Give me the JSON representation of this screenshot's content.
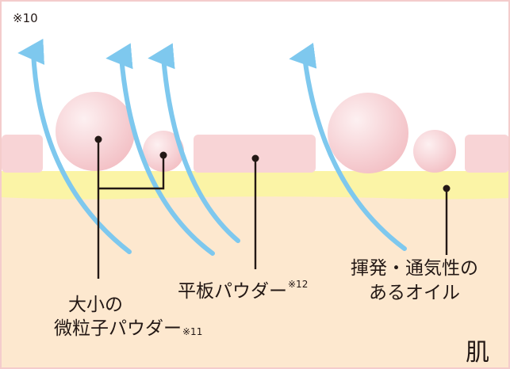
{
  "note": "※10",
  "labels": {
    "powder_line1": "大小の",
    "powder_line2": "微粒子パウダー",
    "powder_sup": "※11",
    "plate": "平板パウダー",
    "plate_sup": "※12",
    "oil_line1": "揮発・通気性の",
    "oil_line2": "あるオイル",
    "skin": "肌"
  },
  "colors": {
    "skin": "#fde8cf",
    "oil": "#fbf4a6",
    "plate": "#f8d4d6",
    "sphere_light": "#fdf0f1",
    "sphere_dark": "#f3c1c6",
    "arrow": "#7ec8ee",
    "line": "#231815",
    "border": "#f4cccc"
  }
}
